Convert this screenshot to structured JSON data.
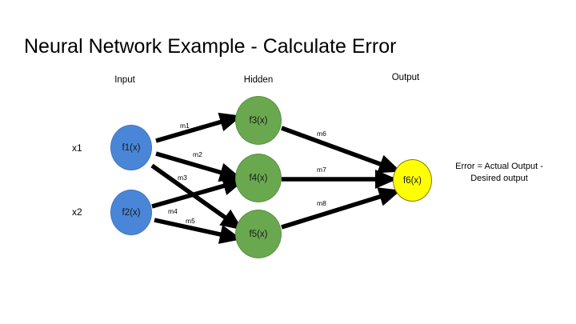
{
  "slide": {
    "title": "Neural Network Example - Calculate Error",
    "background_color": "#ffffff"
  },
  "layer_headers": {
    "input": "Input",
    "hidden": "Hidden",
    "output": "Output"
  },
  "input_signals": [
    {
      "id": "x1",
      "label": "x1"
    },
    {
      "id": "x2",
      "label": "x2"
    }
  ],
  "colors": {
    "input_node": "#4a86d8",
    "hidden_node": "#6aa84f",
    "output_node": "#ffff00",
    "output_node_stroke": "#7f7f00",
    "edge": "#000000",
    "text": "#000000"
  },
  "nodes": {
    "input": [
      {
        "id": "f1",
        "label": "f1(x)"
      },
      {
        "id": "f2",
        "label": "f2(x)"
      }
    ],
    "hidden": [
      {
        "id": "f3",
        "label": "f3(x)"
      },
      {
        "id": "f4",
        "label": "f4(x)"
      },
      {
        "id": "f5",
        "label": "f5(x)"
      }
    ],
    "output": [
      {
        "id": "f6",
        "label": "f6(x)"
      }
    ]
  },
  "weights": [
    {
      "id": "m1",
      "label": "m1",
      "from": "f1",
      "to": "f3"
    },
    {
      "id": "m2",
      "label": "m2",
      "from": "f1",
      "to": "f4"
    },
    {
      "id": "m3",
      "label": "m3",
      "from": "f1",
      "to": "f5"
    },
    {
      "id": "m4",
      "label": "m4",
      "from": "f2",
      "to": "f4"
    },
    {
      "id": "m5",
      "label": "m5",
      "from": "f2",
      "to": "f5"
    },
    {
      "id": "m6",
      "label": "m6",
      "from": "f3",
      "to": "f6"
    },
    {
      "id": "m7",
      "label": "m7",
      "from": "f4",
      "to": "f6"
    },
    {
      "id": "m8",
      "label": "m8",
      "from": "f5",
      "to": "f6"
    }
  ],
  "annotation": {
    "error_line1": "Error = Actual Output -",
    "error_line2": "Desired output"
  }
}
